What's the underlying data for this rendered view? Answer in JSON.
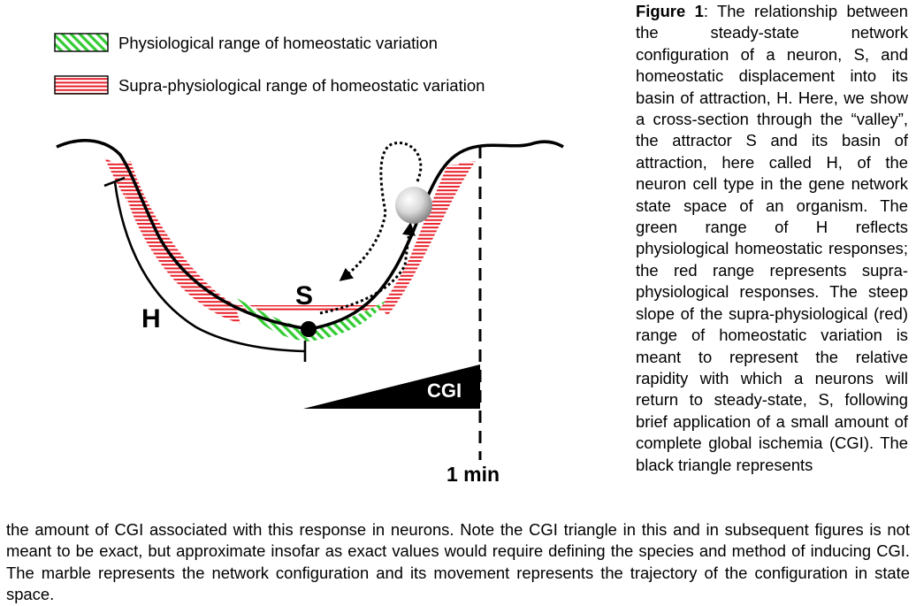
{
  "legend": {
    "physiological": "Physiological range of homeostatic variation",
    "supra": "Supra-physiological range of homeostatic variation"
  },
  "labels": {
    "state": "S",
    "basin": "H",
    "cgi": "CGI",
    "time": "1 min"
  },
  "caption": {
    "label": "Figure 1",
    "lead": ": The relationship between the steady-state network configuration of a neuron, S, and homeostatic displacement into its basin of attraction, H.  Here, we show a cross-section through the “valley”, the attractor S and its basin of attraction, here called H, of the neuron cell type in the gene network state space of an organism.  The green range of H reflects physiological homeostatic responses; the red range represents supra-physiological responses.  The steep slope of the supra-physiological (red) range of homeostatic variation is meant to represent the relative rapidity with which a neurons will return to steady-state, S, following brief application of a small amount of complete global ischemia (CGI).  The black triangle represents",
    "continuation": "the amount of CGI associated with this response in neurons.  Note the CGI triangle in this and in subsequent figures is not meant to be exact, but approximate insofar as exact values would require defining the species and method of inducing CGI.  The marble represents the network configuration and its movement represents the trajectory of the configuration in state space."
  },
  "colors": {
    "physiological": "#33cc33",
    "supra": "#e8202a",
    "ink": "#000000"
  }
}
